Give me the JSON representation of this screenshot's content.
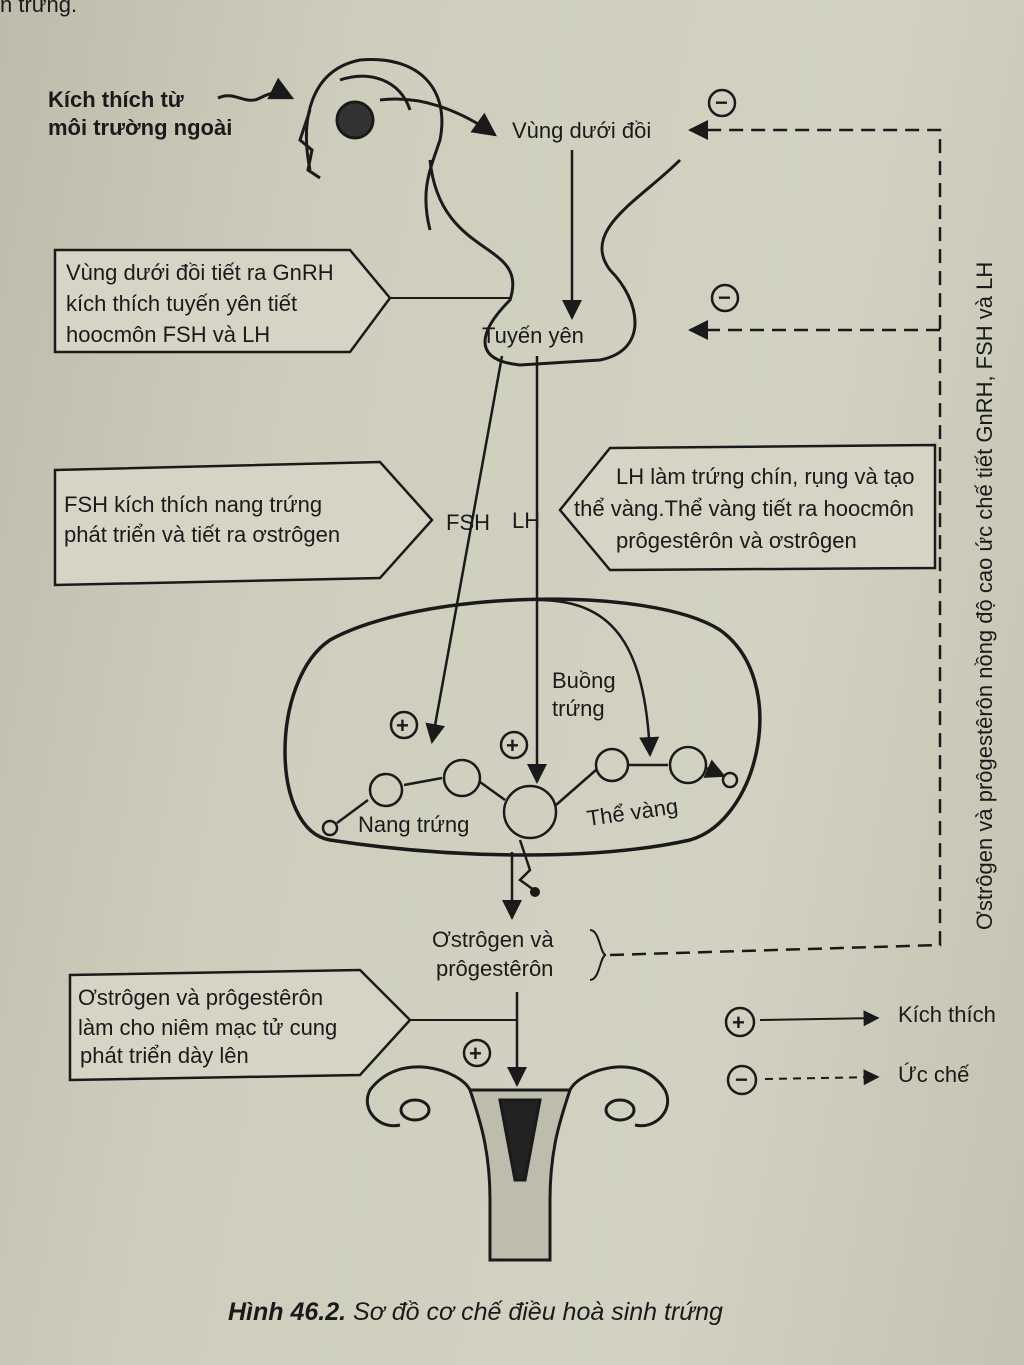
{
  "top_fragment": "n trứng.",
  "stimulus": {
    "line1": "Kích thích từ",
    "line2": "môi trường ngoài"
  },
  "hypothalamus": "Vùng dưới đồi",
  "box_gnrh": {
    "line1": "Vùng dưới đồi tiết ra GnRH",
    "line2": "kích thích tuyến yên tiết",
    "line3": "hoocmôn FSH và LH"
  },
  "pituitary": "Tuyến yên",
  "box_fsh": {
    "line1": "FSH kích thích nang trứng",
    "line2": "phát triển và tiết ra ơstrôgen"
  },
  "fsh": "FSH",
  "lh": "LH",
  "box_lh": {
    "line1": "LH làm trứng chín, rụng và tạo",
    "line2": "thể vàng.Thể vàng tiết ra hoocmôn",
    "line3": "prôgestêrôn và ơstrôgen"
  },
  "ovary": {
    "line1": "Buồng",
    "line2": "trứng"
  },
  "follicle": "Nang trứng",
  "corpus_luteum": "Thể vàng",
  "hormones": {
    "line1": "Ơstrôgen và",
    "line2": "prôgestêrôn"
  },
  "box_uterus": {
    "line1": "Ơstrôgen và prôgestêrôn",
    "line2": "làm cho niêm mạc tử cung",
    "line3": "phát triển dày lên"
  },
  "feedback_label": "Ơstrôgen và prôgestêrôn nồng độ cao ức chế tiết GnRH, FSH và LH",
  "legend": {
    "stimulate": "Kích thích",
    "inhibit": "Ức chế",
    "plus": "+",
    "minus": "−"
  },
  "caption": {
    "label": "Hình 46.2.",
    "text": " Sơ đồ cơ chế điều hoà sinh trứng"
  }
}
